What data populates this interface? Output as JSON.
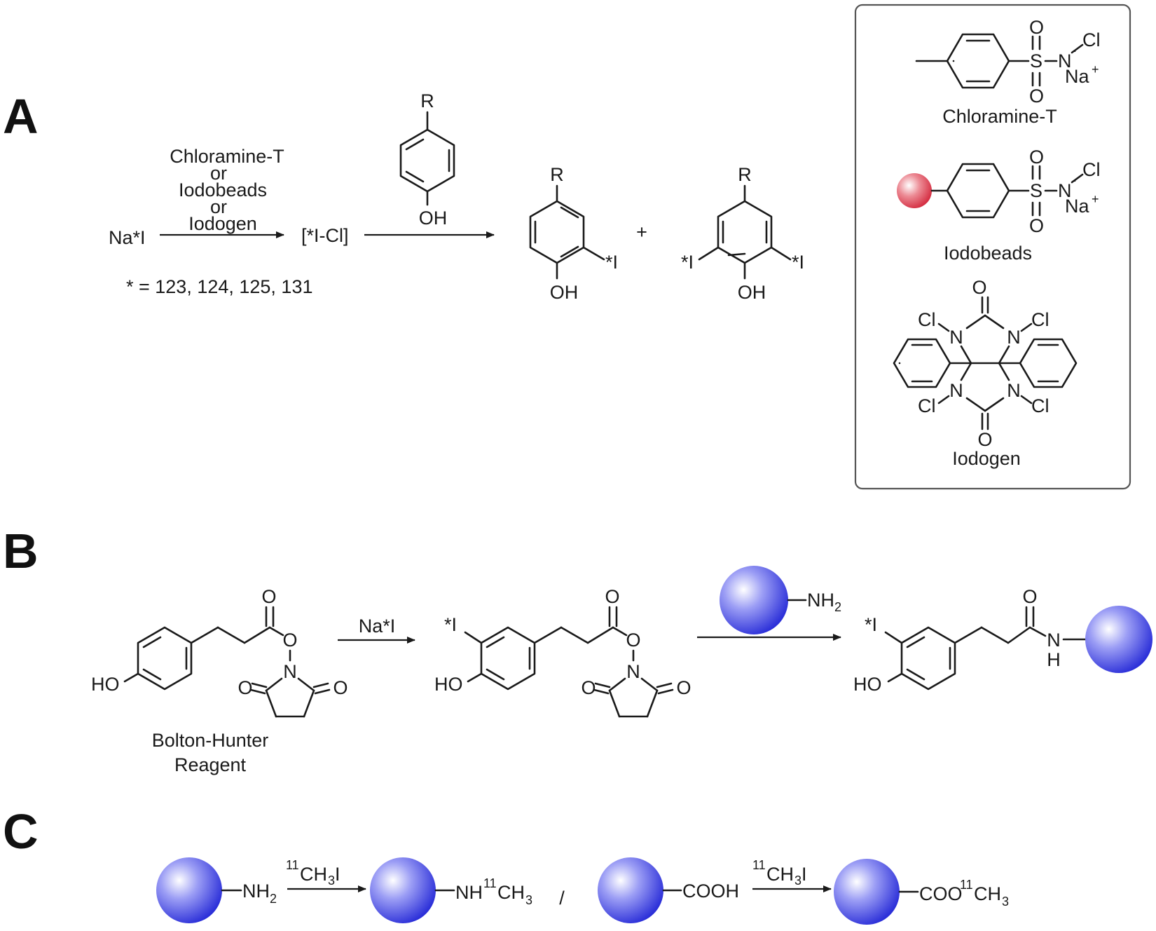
{
  "colors": {
    "ink": "#1a1a1a",
    "bead_red": "#e03a4c",
    "sphere_blue": "#3a3ee0",
    "box_border": "#555555"
  },
  "panels": {
    "a": "A",
    "b": "B",
    "c": "C"
  },
  "section_a": {
    "reactant": "Na*I",
    "condition_1": "Chloramine-T",
    "condition_or_1": "or",
    "condition_2": "Iodobeads",
    "condition_or_2": "or",
    "condition_3": "Iodogen",
    "intermediate": "[*I-Cl]",
    "isotopes": "* = 123, 124, 125, 131",
    "plus": "+",
    "r_group": "R",
    "hydroxyl": "OH",
    "iodo": "*I"
  },
  "reagents_box": {
    "chloramine_t_name": "Chloramine-T",
    "iodobeads_name": "Iodobeads",
    "iodogen_name": "Iodogen",
    "oxygen": "O",
    "sulfur": "S",
    "nitrogen": "N",
    "chlorine": "Cl",
    "sodium_ion": "Na",
    "plus_charge": "+",
    "minus_charge": "-"
  },
  "section_b": {
    "reagent_name_line1": "Bolton-Hunter",
    "reagent_name_line2": "Reagent",
    "condition": "Na*I",
    "amine_reagent": "NH",
    "amine_subscript": "2",
    "hydroxyl": "HO",
    "oxygen": "O",
    "nitrogen": "N",
    "amide_nh_n": "N",
    "amide_nh_h": "H",
    "iodo": "*I"
  },
  "section_c": {
    "reactant_1_group": "NH",
    "reactant_1_sub": "2",
    "reagent_sup": "11",
    "reagent_main": "CH",
    "reagent_sub": "3",
    "reagent_tail": "I",
    "product_1_group": "NH",
    "product_1_sup": "11",
    "product_1_main": "CH",
    "product_1_sub": "3",
    "separator": "/",
    "reactant_2_group": "COOH",
    "product_2_group": "COO",
    "product_2_sup": "11",
    "product_2_main": "CH",
    "product_2_sub": "3"
  }
}
